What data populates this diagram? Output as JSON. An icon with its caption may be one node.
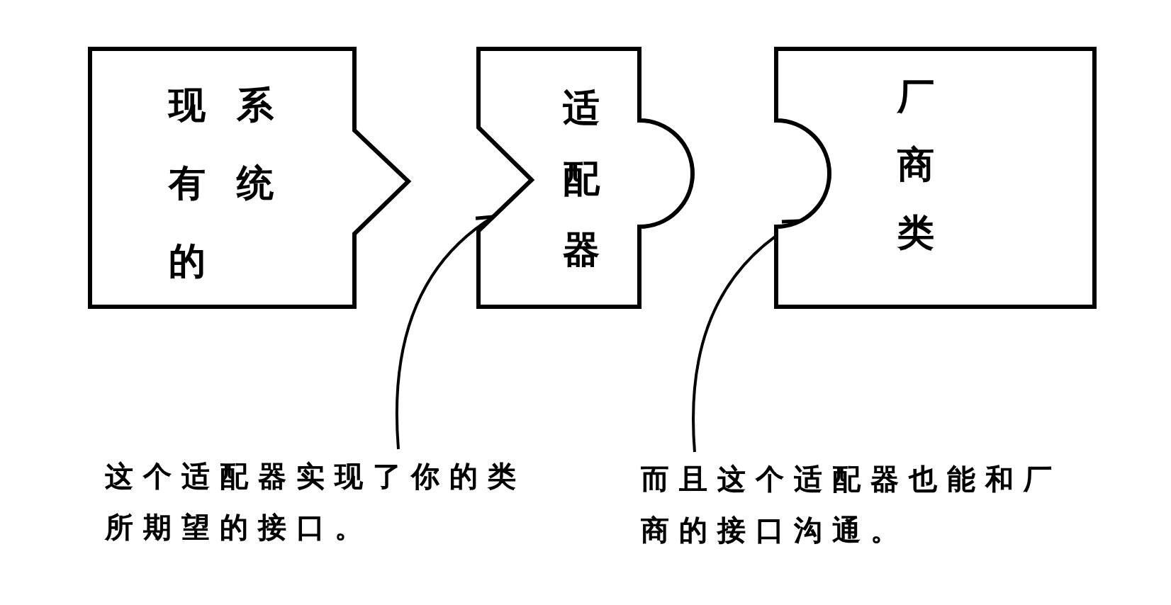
{
  "diagram": {
    "nodes": [
      {
        "text": [
          "现有的系统"
        ]
      },
      {
        "text": [
          "适配器"
        ]
      },
      {
        "text": [
          "厂商类"
        ]
      },
      {
        "text": [
          "这个适配器实现了你的类所期望的接口。"
        ]
      },
      {
        "text": [
          "而且这个适配器也能和厂商的接口沟通。"
        ]
      }
    ],
    "edges": [
      {
        "from": 3,
        "to": 1,
        "arrow": "to"
      },
      {
        "from": 4,
        "to": 2,
        "arrow": "to"
      }
    ]
  }
}
